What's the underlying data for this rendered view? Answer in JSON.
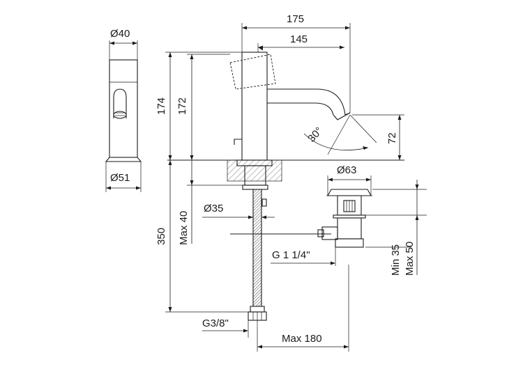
{
  "drawing": {
    "dimensions": {
      "width_175": "175",
      "width_145": "145",
      "height_174": "174",
      "height_172": "172",
      "spout_72": "72",
      "angle_30": "30°",
      "dia_40": "Ø40",
      "dia_51": "Ø51",
      "dia_63": "Ø63",
      "dia_35": "Ø35",
      "max_40": "Max 40",
      "length_350": "350",
      "thread_g114": "G 1 1/4\"",
      "min_35": "Min 35",
      "max_50": "Max 50",
      "thread_g38": "G3/8\"",
      "max_180": "Max 180"
    }
  }
}
